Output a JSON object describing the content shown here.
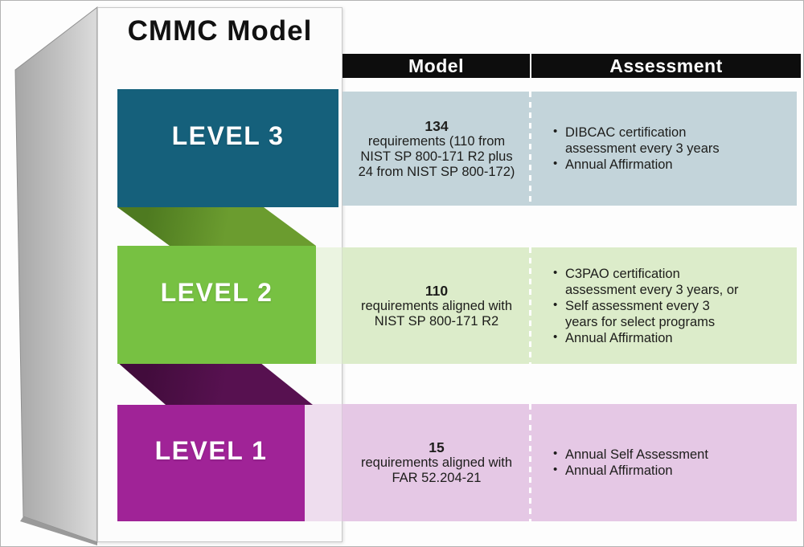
{
  "title": "CMMC Model",
  "table": {
    "headers": {
      "model": "Model",
      "assessment": "Assessment"
    },
    "rows": [
      {
        "level": "LEVEL 3",
        "model": {
          "number": "134",
          "description": "requirements (110 from NIST SP 800-171 R2 plus 24 from NIST SP 800-172)"
        },
        "assessment": {
          "items": [
            "DIBCAC certification assessment every 3 years",
            "Annual Affirmation"
          ]
        },
        "colors": {
          "banner": "#15607b",
          "row": "#c3d4da"
        }
      },
      {
        "level": "LEVEL 2",
        "model": {
          "number": "110",
          "description": "requirements aligned with NIST SP 800-171 R2"
        },
        "assessment": {
          "items": [
            "C3PAO certification assessment every 3 years, or",
            "Self assessment every 3 years for select programs",
            "Annual Affirmation"
          ]
        },
        "colors": {
          "banner": "#77c142",
          "row": "#dcecca"
        }
      },
      {
        "level": "LEVEL 1",
        "model": {
          "number": "15",
          "description": "requirements aligned with FAR 52.204-21"
        },
        "assessment": {
          "items": [
            "Annual Self Assessment",
            "Annual Affirmation"
          ]
        },
        "colors": {
          "banner": "#a02397",
          "row": "#e5c8e5"
        }
      }
    ]
  },
  "colors": {
    "header_bg": "#0d0d0d",
    "fold_green": "#5d8c27",
    "fold_purple": "#4f1047",
    "panel": "#fcfcfc"
  }
}
